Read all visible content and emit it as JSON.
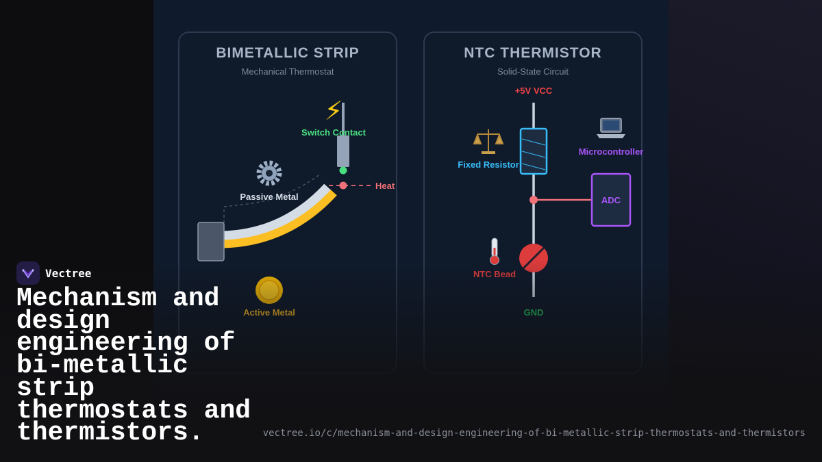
{
  "left_card": {
    "title": "BIMETALLIC STRIP",
    "subtitle": "Mechanical Thermostat",
    "labels": {
      "switch_contact": "Switch Contact",
      "passive_metal": "Passive Metal",
      "active_metal": "Active Metal",
      "heat": "Heat"
    },
    "icons": [
      "lightning-icon",
      "gear-icon",
      "coin-icon"
    ]
  },
  "right_card": {
    "title": "NTC THERMISTOR",
    "subtitle": "Solid-State Circuit",
    "labels": {
      "vcc": "+5V VCC",
      "fixed_resistor": "Fixed Resistor",
      "microcontroller": "Microcontroller",
      "adc": "ADC",
      "ntc_bead": "NTC Bead",
      "gnd": "GND"
    },
    "icons": [
      "scales-icon",
      "laptop-icon",
      "thermometer-icon"
    ]
  },
  "colors": {
    "heat": "#f07178",
    "switch": "#4ade80",
    "active_metal": "#fbbf24",
    "passive_metal": "#cbd5e1",
    "resistor": "#38bdf8",
    "microcontroller": "#a855f7",
    "ntc": "#dc3c3c",
    "vcc": "#ef4444",
    "gnd": "#22c55e"
  },
  "brand": {
    "name": "Vectree"
  },
  "headline": "Mechanism and design engineering of bi-metallic strip thermostats and thermistors.",
  "url": "vectree.io/c/mechanism-and-design-engineering-of-bi-metallic-strip-thermostats-and-thermistors"
}
